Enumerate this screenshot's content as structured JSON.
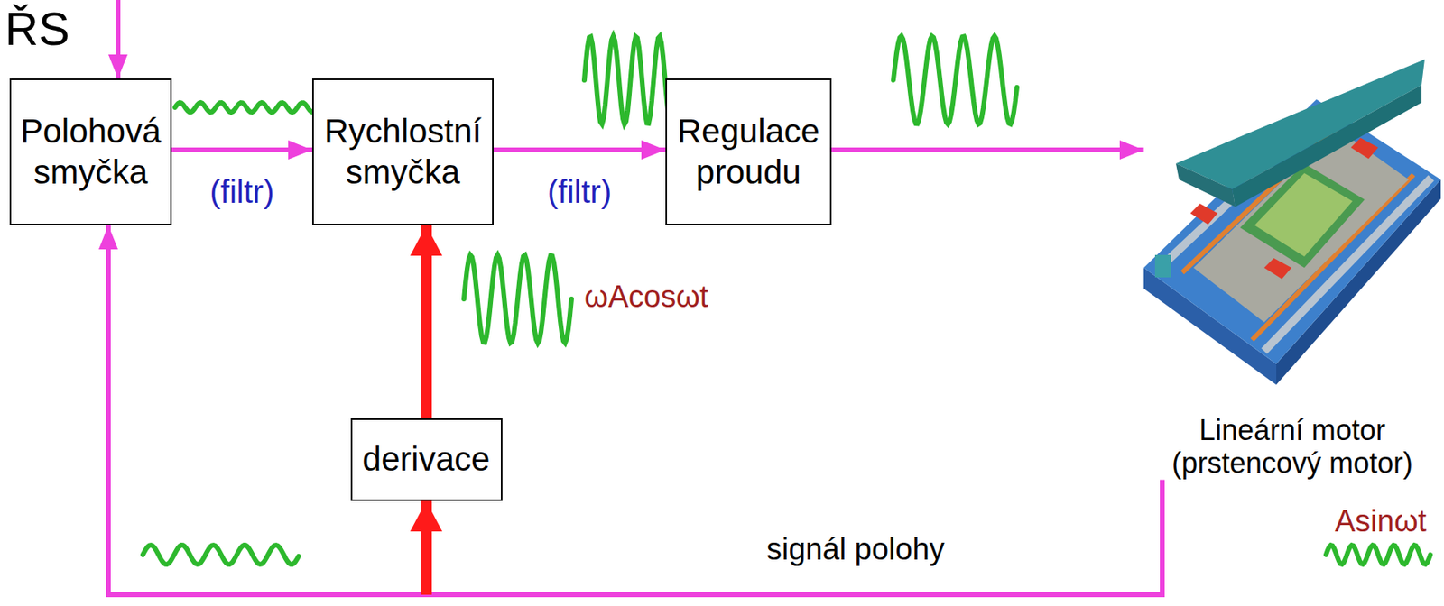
{
  "diagram": {
    "nodes": [
      {
        "text": [
          "Polohová smyčka"
        ]
      },
      {
        "text": [
          "Rychlostní smyčka"
        ]
      },
      {
        "text": [
          "Regulace proudu"
        ]
      },
      {
        "text": [
          "Lineární motor (prstencový motor)"
        ]
      },
      {
        "text": [
          "derivace"
        ]
      }
    ],
    "edges": [
      {
        "from": 0,
        "to": 1,
        "label": "(filtr)",
        "arrow": "to"
      },
      {
        "from": 1,
        "to": 2,
        "label": "(filtr)",
        "arrow": "to"
      },
      {
        "from": 2,
        "to": 3,
        "arrow": "to"
      },
      {
        "from": 3,
        "to": 0,
        "arrow": "to"
      },
      {
        "from": 3,
        "to": 4,
        "arrow": "to"
      },
      {
        "from": 4,
        "to": 1,
        "arrow": "to"
      }
    ],
    "labels": [
      "ŘS",
      "ωAcosωt",
      "Asinωt",
      "signál polohy"
    ]
  }
}
